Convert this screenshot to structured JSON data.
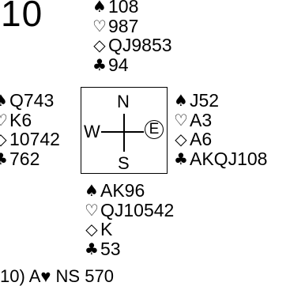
{
  "board": {
    "number": "10"
  },
  "suits": {
    "spades": "♠",
    "hearts": "♡",
    "diamonds": "◇",
    "clubs": "♣"
  },
  "hands": {
    "north": {
      "spades": "108",
      "hearts": "987",
      "diamonds": "QJ9853",
      "clubs": "94"
    },
    "west": {
      "spades": "Q743",
      "hearts": "K6",
      "diamonds": "10742",
      "clubs": "762"
    },
    "east": {
      "spades": "J52",
      "hearts": "A3",
      "diamonds": "A6",
      "clubs": "AKQJ108"
    },
    "south": {
      "spades": "AK96",
      "hearts": "QJ10542",
      "diamonds": "K",
      "clubs": "53"
    }
  },
  "compass": {
    "north": "N",
    "south": "S",
    "west": "W",
    "east": "E",
    "dealer": "E"
  },
  "result": {
    "text": "10) A♥ NS 570"
  }
}
